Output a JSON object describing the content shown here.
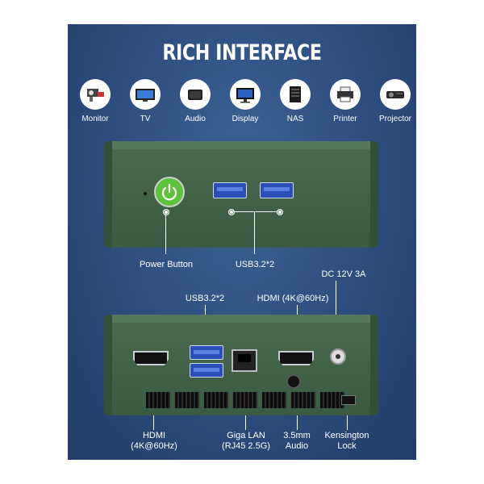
{
  "title": "RICH INTERFACE",
  "devices": [
    {
      "label": "Monitor",
      "icon": "monitor-icon"
    },
    {
      "label": "TV",
      "icon": "tv-icon"
    },
    {
      "label": "Audio",
      "icon": "speaker-icon"
    },
    {
      "label": "Display",
      "icon": "display-icon"
    },
    {
      "label": "NAS",
      "icon": "nas-icon"
    },
    {
      "label": "Printer",
      "icon": "printer-icon"
    },
    {
      "label": "Projector",
      "icon": "projector-icon"
    }
  ],
  "front": {
    "power_button": "Power Button",
    "usb": "USB3.2*2"
  },
  "rear": {
    "usb": "USB3.2*2",
    "hdmi_top": "HDMI (4K@60Hz)",
    "dc": "DC 12V 3A",
    "hdmi_bottom_line1": "HDMI",
    "hdmi_bottom_line2": "(4K@60Hz)",
    "lan_line1": "Giga LAN",
    "lan_line2": "(RJ45 2.5G)",
    "audio_line1": "3.5mm",
    "audio_line2": "Audio",
    "lock_line1": "Kensington",
    "lock_line2": "Lock"
  },
  "colors": {
    "background": "#2c4c7c",
    "chassis": "#3f5f45",
    "power": "#5ec33a",
    "usb": "#2b4fb8"
  }
}
